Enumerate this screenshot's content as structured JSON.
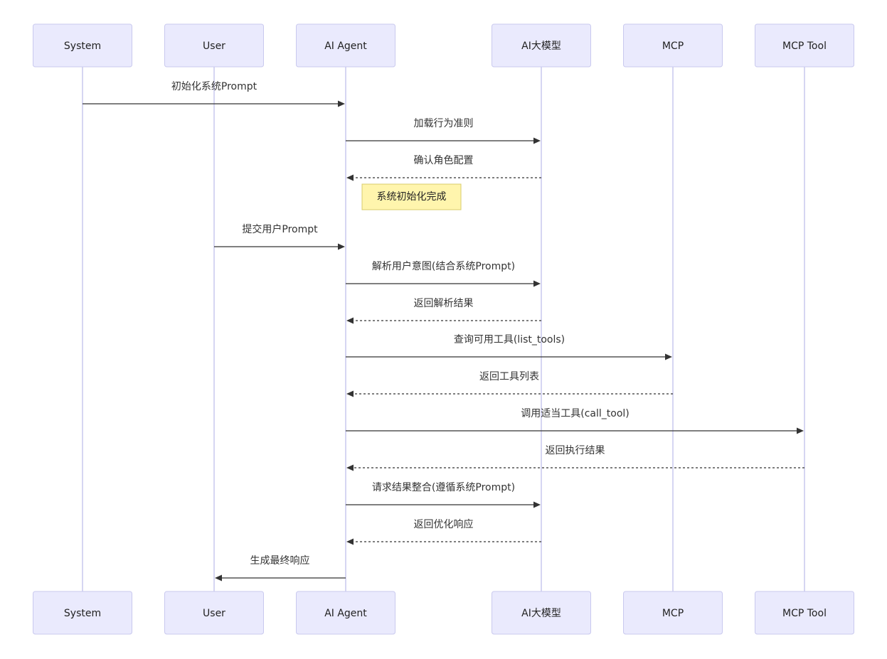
{
  "participants": [
    {
      "id": "system",
      "label": "System"
    },
    {
      "id": "user",
      "label": "User"
    },
    {
      "id": "agent",
      "label": "AI Agent"
    },
    {
      "id": "llm",
      "label": "AI大模型"
    },
    {
      "id": "mcp",
      "label": "MCP"
    },
    {
      "id": "tool",
      "label": "MCP Tool"
    }
  ],
  "messages": [
    {
      "from": "system",
      "to": "agent",
      "label": "初始化系统Prompt",
      "style": "solid"
    },
    {
      "from": "agent",
      "to": "llm",
      "label": "加载行为准则",
      "style": "solid"
    },
    {
      "from": "llm",
      "to": "agent",
      "label": "确认角色配置",
      "style": "dashed"
    },
    {
      "note": "系统初始化完成",
      "over": "agent"
    },
    {
      "from": "user",
      "to": "agent",
      "label": "提交用户Prompt",
      "style": "solid"
    },
    {
      "from": "agent",
      "to": "llm",
      "label": "解析用户意图(结合系统Prompt)",
      "style": "solid"
    },
    {
      "from": "llm",
      "to": "agent",
      "label": "返回解析结果",
      "style": "dashed"
    },
    {
      "from": "agent",
      "to": "mcp",
      "label": "查询可用工具(list_tools)",
      "style": "solid"
    },
    {
      "from": "mcp",
      "to": "agent",
      "label": "返回工具列表",
      "style": "dashed"
    },
    {
      "from": "agent",
      "to": "tool",
      "label": "调用适当工具(call_tool)",
      "style": "solid"
    },
    {
      "from": "tool",
      "to": "agent",
      "label": "返回执行结果",
      "style": "dashed"
    },
    {
      "from": "agent",
      "to": "llm",
      "label": "请求结果整合(遵循系统Prompt)",
      "style": "solid"
    },
    {
      "from": "llm",
      "to": "agent",
      "label": "返回优化响应",
      "style": "dashed"
    },
    {
      "from": "agent",
      "to": "user",
      "label": "生成最终响应",
      "style": "solid"
    }
  ]
}
